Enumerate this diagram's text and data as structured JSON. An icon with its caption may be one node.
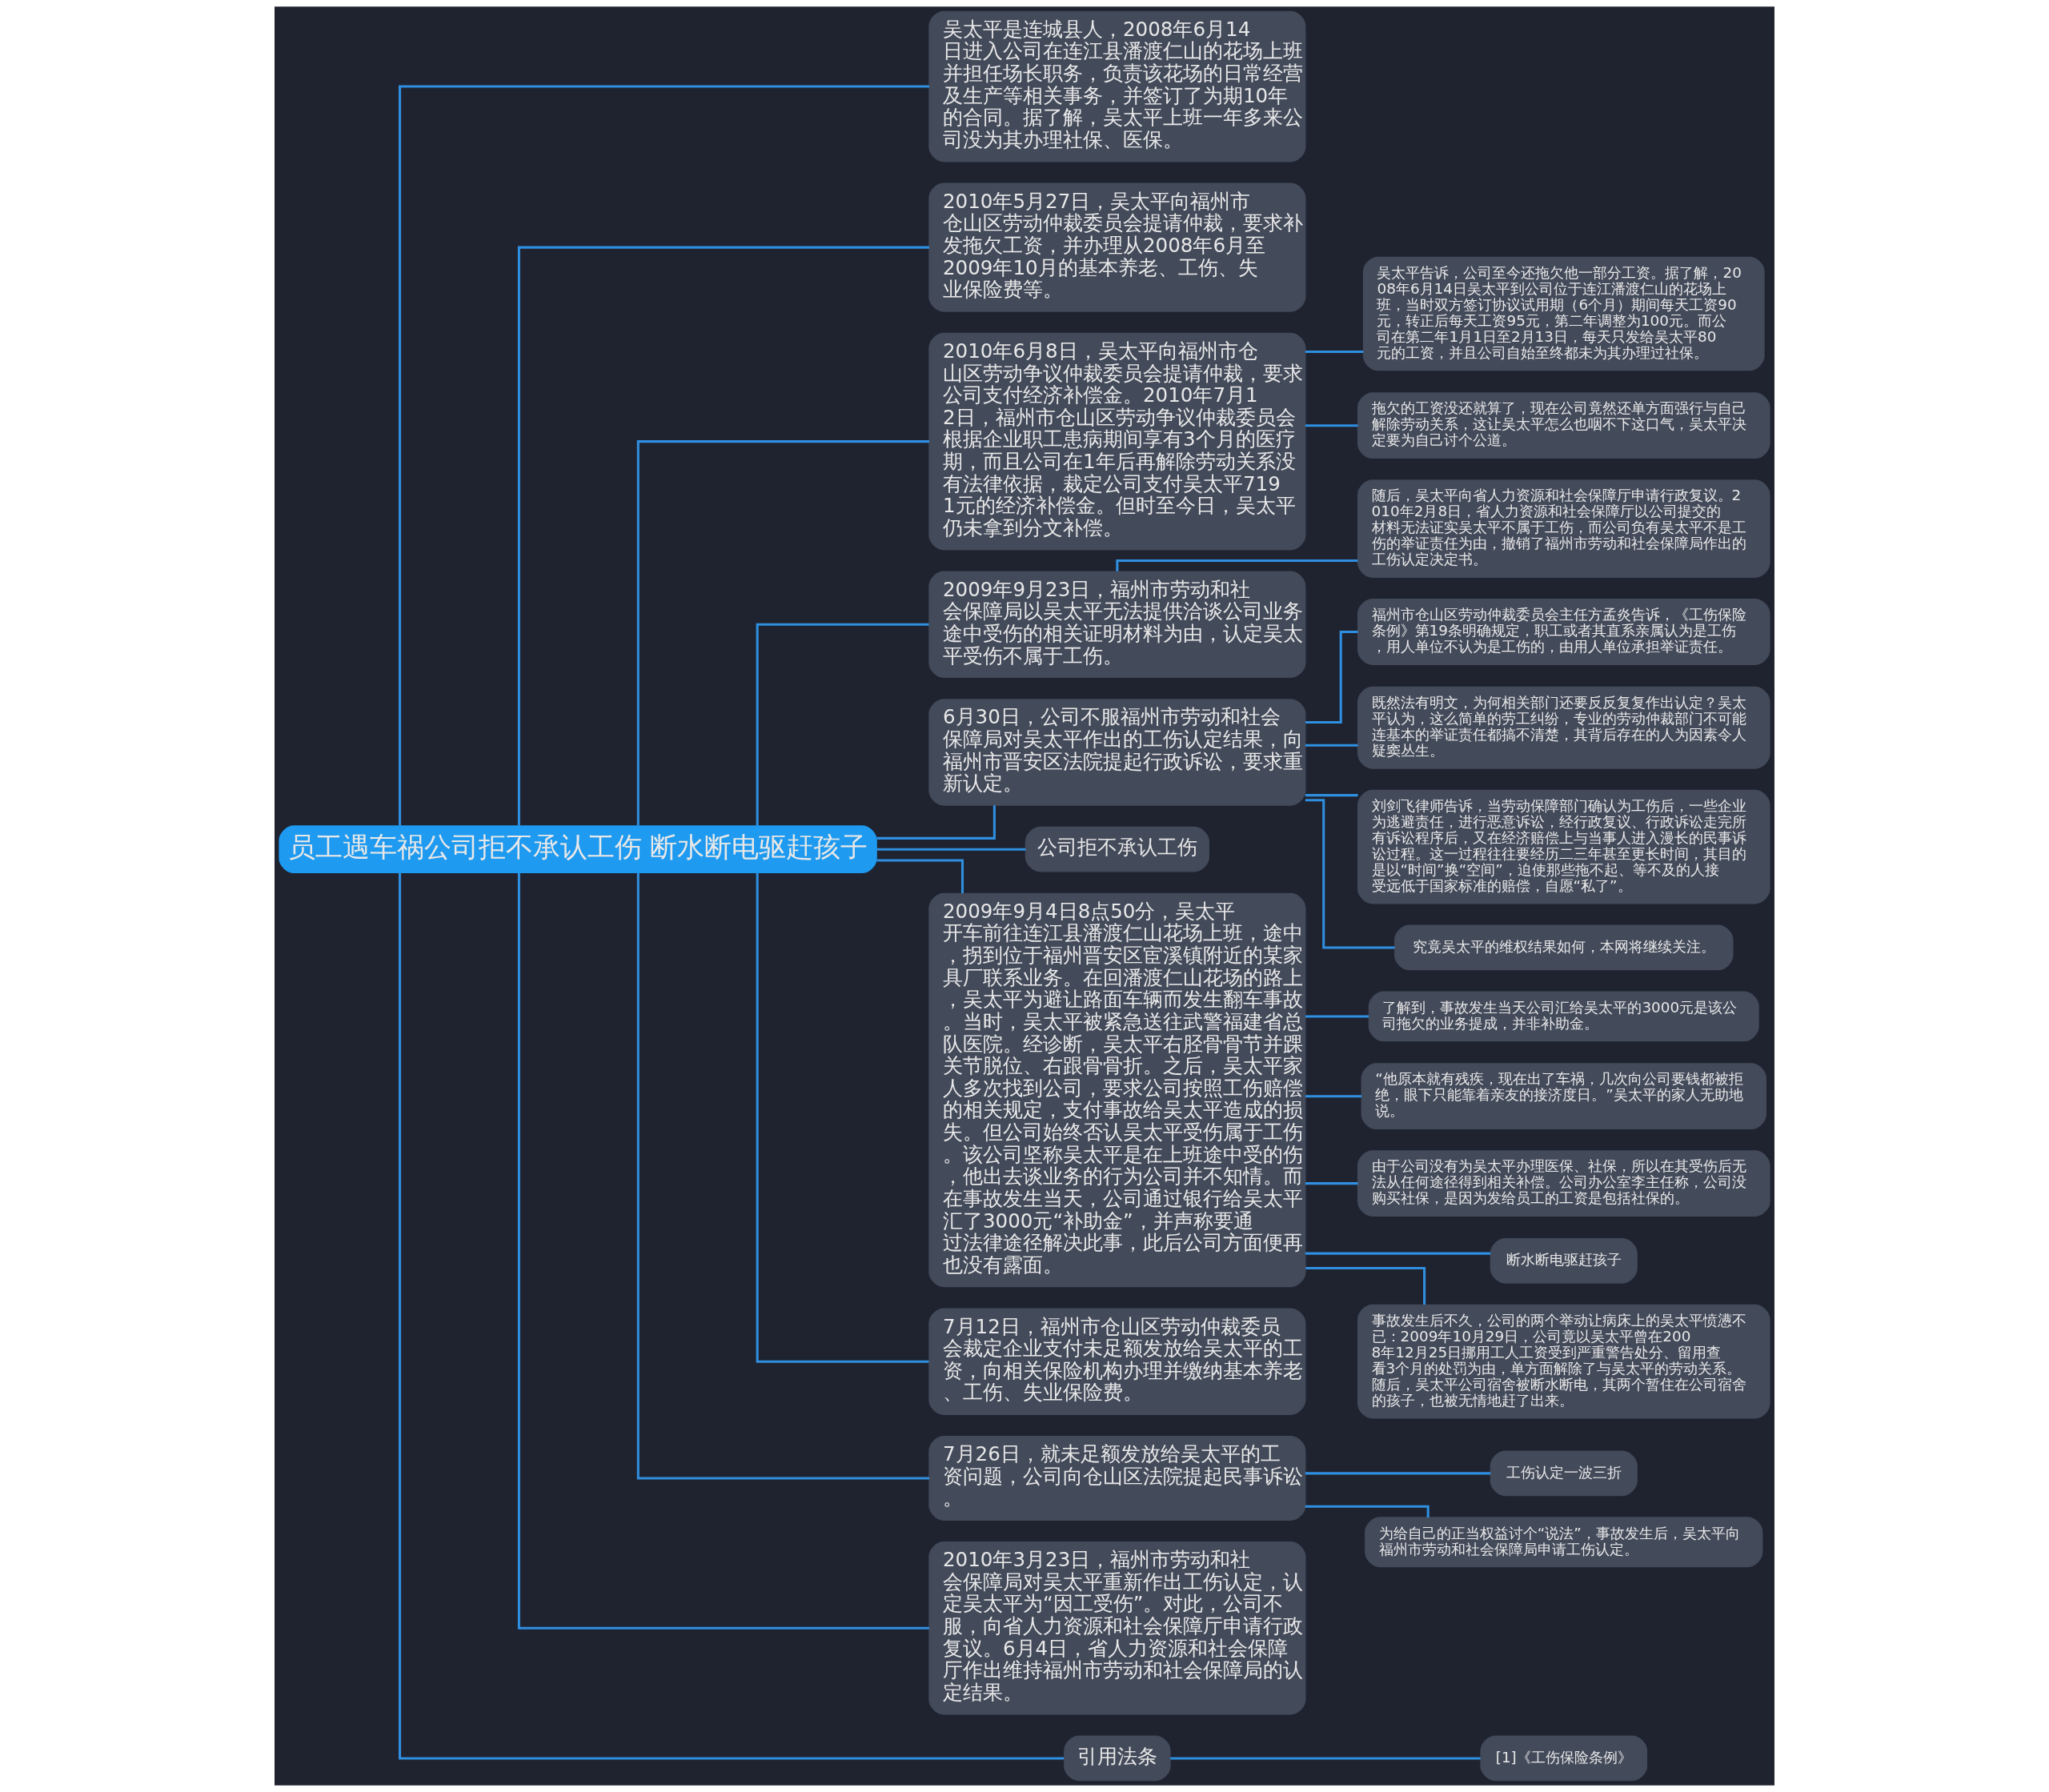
{
  "diagram": {
    "nodes": [
      {
        "text": [
          "员工遇车祸公司拒不承认工伤 断水断电驱赶孩子"
        ]
      },
      {
        "text": [
          "吴太平是连城县人，2008年6月14日进入公司在连江县潘渡仁山的花场上班并担任场长职务，负责该花场的日常经营及生产等相关事务，并签订了为期10年的合同。据了解，吴太平上班一年多来公司没为其办理社保、医保。"
        ]
      },
      {
        "text": [
          "2010年5月27日，吴太平向福州市仓山区劳动仲裁委员会提请仲裁，要求补发拖欠工资，并办理从2008年6月至2009年10月的基本养老、工伤、失业保险费等。"
        ]
      },
      {
        "text": [
          "2010年6月8日，吴太平向福州市仓山区劳动争议仲裁委员会提请仲裁，要求公司支付经济补偿金。2010年7月12日，福州市仓山区劳动争议仲裁委员会根据企业职工患病期间享有3个月的医疗期，而且公司在1年后再解除劳动关系没有法律依据，裁定公司支付吴太平7191元的经济补偿金。但时至今日，吴太平仍未拿到分文补偿。"
        ]
      },
      {
        "text": [
          "吴太平告诉，公司至今还拖欠他一部分工资。据了解，2008年6月14日吴太平到公司位于连江潘渡仁山的花场上班，当时双方签订协议试用期（6个月）期间每天工资90元，转正后每天工资95元，第二年调整为100元。而公司在第二年1月1日至2月13日，每天只发给吴太平80元的工资，并且公司自始至终都未为其办理过社保。"
        ]
      },
      {
        "text": [
          "拖欠的工资没还就算了，现在公司竟然还单方面强行与自己解除劳动关系，这让吴太平怎么也咽不下这口气，吴太平决定要为自己讨个公道。"
        ]
      },
      {
        "text": [
          "2009年9月23日，福州市劳动和社会保障局以吴太平无法提供洽谈公司业务途中受伤的相关证明材料为由，认定吴太平受伤不属于工伤。"
        ]
      },
      {
        "text": [
          "随后，吴太平向省人力资源和社会保障厅申请行政复议。2010年2月8日，省人力资源和社会保障厅以公司提交的材料无法证实吴太平不属于工伤，而公司负有吴太平不是工伤的举证责任为由，撤销了福州市劳动和社会保障局作出的工伤认定决定书。"
        ]
      },
      {
        "text": [
          "6月30日，公司不服福州市劳动和社会保障局对吴太平作出的工伤认定结果，向福州市晋安区法院提起行政诉讼，要求重新认定。"
        ]
      },
      {
        "text": [
          "福州市仓山区劳动仲裁委员会主任方孟炎告诉，《工伤保险条例》第19条明确规定，职工或者其直系亲属认为是工伤，用人单位不认为是工伤的，由用人单位承担举证责任。"
        ]
      },
      {
        "text": [
          "既然法有明文，为何相关部门还要反反复复作出认定？吴太平认为，这么简单的劳工纠纷，专业的劳动仲裁部门不可能连基本的举证责任都搞不清楚，其背后存在的人为因素令人疑窦丛生。"
        ]
      },
      {
        "text": [
          "刘剑飞律师告诉，当劳动保障部门确认为工伤后，一些企业为逃避责任，进行恶意诉讼，经行政复议、行政诉讼走完所有诉讼程序后，又在经济赔偿上与当事人进入漫长的民事诉讼过程。这一过程往往要经历二三年甚至更长时间，其目的是以“时间”换“空间”，迫使那些拖不起、等不及的人接受远低于国家标准的赔偿，自愿“私了”。"
        ]
      },
      {
        "text": [
          "究竟吴太平的维权结果如何，本网将继续关注。"
        ]
      },
      {
        "text": [
          "公司拒不承认工伤"
        ]
      },
      {
        "text": [
          "2009年9月4日8点50分，吴太平开车前往连江县潘渡仁山花场上班，途中，拐到位于福州晋安区宦溪镇附近的某家具厂联系业务。在回潘渡仁山花场的路上，吴太平为避让路面车辆而发生翻车事故。当时，吴太平被紧急送往武警福建省总队医院。经诊断，吴太平右胫骨骨节并踝关节脱位、右跟骨骨折。之后，吴太平家人多次找到公司，要求公司按照工伤赔偿的相关规定，支付事故给吴太平造成的损失。但公司始终否认吴太平受伤属于工伤。该公司坚称吴太平是在上班途中受的伤，他出去谈业务的行为公司并不知情。而在事故发生当天，公司通过银行给吴太平汇了3000元“补助金”，并声称要通过法律途径解决此事，此后公司方面便再也没有露面。"
        ]
      },
      {
        "text": [
          "了解到，事故发生当天公司汇给吴太平的3000元是该公司拖欠的业务提成，并非补助金。"
        ]
      },
      {
        "text": [
          "“他原本就有残疾，现在出了车祸，几次向公司要钱都被拒绝，眼下只能靠着亲友的接济度日。”吴太平的家人无助地说。"
        ]
      },
      {
        "text": [
          "由于公司没有为吴太平办理医保、社保，所以在其受伤后无法从任何途径得到相关补偿。公司办公室李主任称，公司没购买社保，是因为发给员工的工资是包括社保的。"
        ]
      },
      {
        "text": [
          "断水断电驱赶孩子"
        ]
      },
      {
        "text": [
          "事故发生后不久，公司的两个举动让病床上的吴太平愤懑不已：2009年10月29日，公司竟以吴太平曾在2008年12月25日挪用工人工资受到严重警告处分、留用查看3个月的处罚为由，单方面解除了与吴太平的劳动关系。随后，吴太平公司宿舍被断水断电，其两个暂住在公司宿舍的孩子，也被无情地赶了出来。"
        ]
      },
      {
        "text": [
          "7月12日，福州市仓山区劳动仲裁委员会裁定企业支付未足额发放给吴太平的工资，向相关保险机构办理并缴纳基本养老、工伤、失业保险费。"
        ]
      },
      {
        "text": [
          "7月26日，就未足额发放给吴太平的工资问题，公司向仓山区法院提起民事诉讼。"
        ]
      },
      {
        "text": [
          "工伤认定一波三折"
        ]
      },
      {
        "text": [
          "为给自己的正当权益讨个“说法”，事故发生后，吴太平向福州市劳动和社会保障局申请工伤认定。"
        ]
      },
      {
        "text": [
          "2010年3月23日，福州市劳动和社会保障局对吴太平重新作出工伤认定，认定吴太平为“因工受伤”。对此，公司不服，向省人力资源和社会保障厅申请行政复议。6月4日，省人力资源和社会保障厅作出维持福州市劳动和社会保障局的认定结果。"
        ]
      },
      {
        "text": [
          "引用法条"
        ]
      },
      {
        "text": [
          "[1]《工伤保险条例》"
        ]
      }
    ],
    "edges": [
      {
        "from": 0,
        "to": 1,
        "arrow": "none"
      },
      {
        "from": 0,
        "to": 2,
        "arrow": "none"
      },
      {
        "from": 0,
        "to": 3,
        "arrow": "none"
      },
      {
        "from": 3,
        "to": 4,
        "arrow": "none"
      },
      {
        "from": 3,
        "to": 5,
        "arrow": "none"
      },
      {
        "from": 0,
        "to": 6,
        "arrow": "none"
      },
      {
        "from": 6,
        "to": 7,
        "arrow": "none"
      },
      {
        "from": 0,
        "to": 8,
        "arrow": "none"
      },
      {
        "from": 8,
        "to": 9,
        "arrow": "none"
      },
      {
        "from": 8,
        "to": 10,
        "arrow": "none"
      },
      {
        "from": 8,
        "to": 11,
        "arrow": "none"
      },
      {
        "from": 8,
        "to": 12,
        "arrow": "none"
      },
      {
        "from": 0,
        "to": 13,
        "arrow": "none"
      },
      {
        "from": 0,
        "to": 14,
        "arrow": "none"
      },
      {
        "from": 14,
        "to": 15,
        "arrow": "none"
      },
      {
        "from": 14,
        "to": 16,
        "arrow": "none"
      },
      {
        "from": 14,
        "to": 17,
        "arrow": "none"
      },
      {
        "from": 14,
        "to": 18,
        "arrow": "none"
      },
      {
        "from": 14,
        "to": 19,
        "arrow": "none"
      },
      {
        "from": 0,
        "to": 20,
        "arrow": "none"
      },
      {
        "from": 0,
        "to": 21,
        "arrow": "none"
      },
      {
        "from": 21,
        "to": 22,
        "arrow": "none"
      },
      {
        "from": 21,
        "to": 23,
        "arrow": "none"
      },
      {
        "from": 0,
        "to": 24,
        "arrow": "none"
      },
      {
        "from": 0,
        "to": 25,
        "arrow": "none"
      },
      {
        "from": 25,
        "to": 26,
        "arrow": "none"
      }
    ]
  }
}
